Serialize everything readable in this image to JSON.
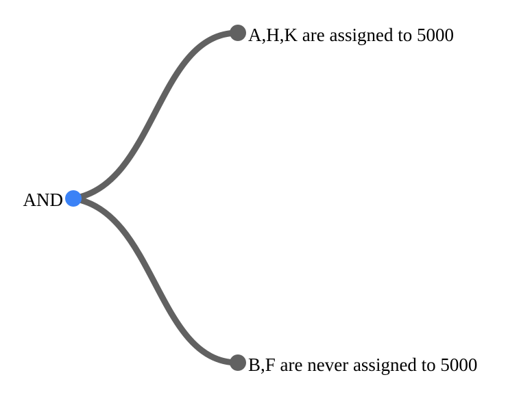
{
  "tree": {
    "root": {
      "label": "AND",
      "color": "#3b82f6"
    },
    "children": [
      {
        "label": "A,H,K are assigned to 5000",
        "color": "#616161"
      },
      {
        "label": "B,F are never assigned to 5000",
        "color": "#616161"
      }
    ],
    "link_color": "#616161"
  }
}
